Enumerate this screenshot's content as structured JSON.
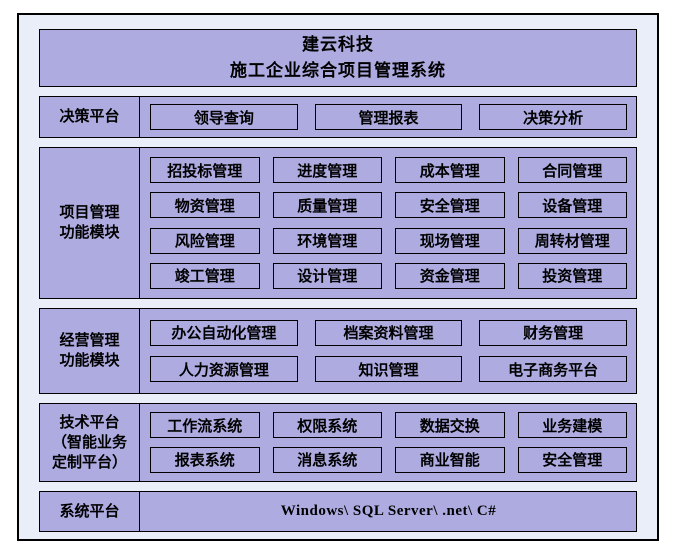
{
  "colors": {
    "canvas_bg": "#e9eef8",
    "panel_bg": "#aeabe0",
    "border": "#000000",
    "text": "#000000"
  },
  "header": {
    "company": "建云科技",
    "system": "施工企业综合项目管理系统"
  },
  "sections": [
    {
      "key": "decision-platform",
      "label_lines": [
        "决策平台"
      ],
      "button_rows": [
        [
          "领导查询",
          "管理报表",
          "决策分析"
        ]
      ]
    },
    {
      "key": "project-management-modules",
      "label_lines": [
        "项目管理",
        "功能模块"
      ],
      "button_rows": [
        [
          "招投标管理",
          "进度管理",
          "成本管理",
          "合同管理"
        ],
        [
          "物资管理",
          "质量管理",
          "安全管理",
          "设备管理"
        ],
        [
          "风险管理",
          "环境管理",
          "现场管理",
          "周转材管理"
        ],
        [
          "竣工管理",
          "设计管理",
          "资金管理",
          "投资管理"
        ]
      ]
    },
    {
      "key": "business-management-modules",
      "label_lines": [
        "经营管理",
        "功能模块"
      ],
      "button_rows": [
        [
          "办公自动化管理",
          "档案资料管理",
          "财务管理"
        ],
        [
          "人力资源管理",
          "知识管理",
          "电子商务平台"
        ]
      ]
    },
    {
      "key": "technology-platform",
      "label_lines": [
        "技术平台",
        "（智能业务",
        "定制平台）"
      ],
      "button_rows": [
        [
          "工作流系统",
          "权限系统",
          "数据交换",
          "业务建模"
        ],
        [
          "报表系统",
          "消息系统",
          "商业智能",
          "安全管理"
        ]
      ]
    },
    {
      "key": "system-platform",
      "label_lines": [
        "系统平台"
      ],
      "plain_text": "Windows\\ SQL Server\\ .net\\ C#"
    }
  ]
}
